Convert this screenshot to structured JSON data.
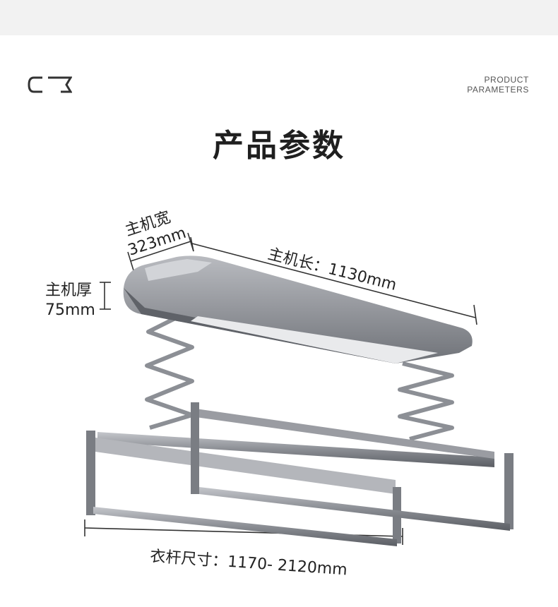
{
  "header": {
    "section_label_line1": "PRODUCT",
    "section_label_line2": "PARAMETERS"
  },
  "page_title": "产品参数",
  "dimensions": {
    "width_label": "主机宽",
    "width_value": "323mm",
    "length_label": "主机长：1130mm",
    "thickness_label": "主机厚",
    "thickness_value": "75mm",
    "rod_label": "衣杆尺寸：1170- 2120mm"
  },
  "colors": {
    "background": "#ffffff",
    "top_band": "#f2f2f2",
    "product_metal": "#8d8f95",
    "product_dark": "#5f6268",
    "title_text": "#1f1f1f"
  }
}
